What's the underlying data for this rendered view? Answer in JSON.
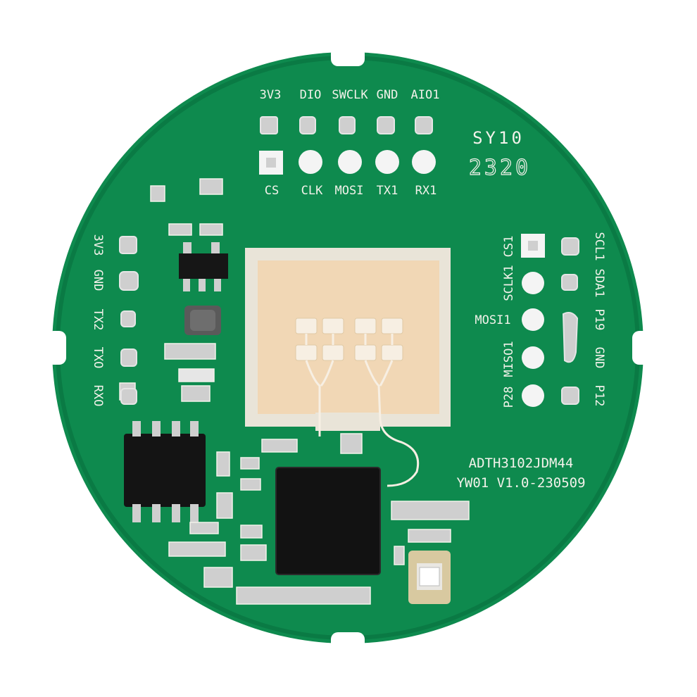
{
  "board": {
    "model": "ADTH3102JDM44",
    "version": "YW01 V1.0-230509",
    "date_code_top": "SY10",
    "date_code_bottom": "2320",
    "colors": {
      "pcb": "#0e8a4e",
      "pcb_dark": "#0a7743",
      "copper": "#f1d7b5",
      "silkscreen": "#f2f2ea",
      "chip": "#121212"
    }
  },
  "top_header": {
    "top_labels": [
      "3V3",
      "DIO",
      "SWCLK",
      "GND",
      "AIO1"
    ],
    "bottom_labels": [
      "CS",
      "CLK",
      "MOSI",
      "TX1",
      "RX1"
    ]
  },
  "left_header": {
    "labels": [
      "3V3",
      "GND",
      "TX2",
      "TXO",
      "RXO"
    ]
  },
  "right_header": {
    "inner_labels": [
      "CS1",
      "SCLK1",
      "MOSI1",
      "MISO1",
      "P28"
    ],
    "outer_labels": [
      "SCL1",
      "SDA1",
      "P19",
      "GND",
      "P12"
    ]
  }
}
